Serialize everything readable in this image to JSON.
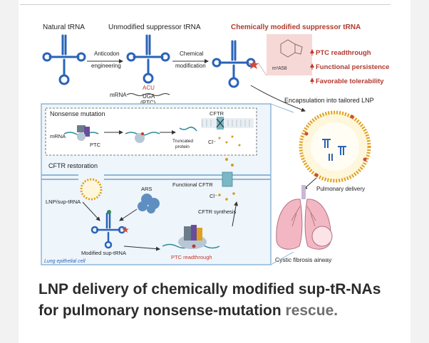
{
  "figure": {
    "top_labels": {
      "natural": "Natural tRNA",
      "unmodified": "Unmodified suppressor tRNA",
      "modified": "Chemically modified suppressor tRNA"
    },
    "arrows": {
      "anticodon_1": "Anticodon",
      "anticodon_2": "engineering",
      "chemical_1": "Chemical",
      "chemical_2": "modification"
    },
    "codon": {
      "anticodon": "ACU",
      "codon": "UGA",
      "ptc": "(PTC)",
      "mrna": "mRNA"
    },
    "modification": "m¹A58",
    "benefits": [
      "PTC readthrough",
      "Functional persistence",
      "Favorable tolerability"
    ],
    "encapsulation": "Encapsulation into tailored LNP",
    "pulmonary": "Pulmonary delivery",
    "airway": "Cystic fibrosis airway",
    "nonsense": {
      "title": "Nonsense mutation",
      "mrna": "mRNA",
      "ptc": "PTC",
      "truncated_1": "Truncated",
      "truncated_2": "protein",
      "cftr": "CFTR",
      "cl": "Cl⁻"
    },
    "restoration": {
      "title": "CFTR restoration",
      "lnp": "LNP/sup-tRNA",
      "ars": "ARS",
      "functional": "Functional CFTR",
      "cl": "Cl⁻",
      "synthesis": "CFTR synthesis",
      "modified": "Modified sup-tRNA",
      "readthrough": "PTC readthrough",
      "cell": "Lung epithelial cell"
    }
  },
  "caption": {
    "title": "LNP delivery of chemically modified sup-tR-NAs for pulmonary nonsense-mutation",
    "cont": "rescue."
  },
  "colors": {
    "trna": "#2a63b8",
    "accent_red": "#c0392b",
    "panel_bg": "#eef5fb",
    "panel_border": "#8fb6d8"
  }
}
